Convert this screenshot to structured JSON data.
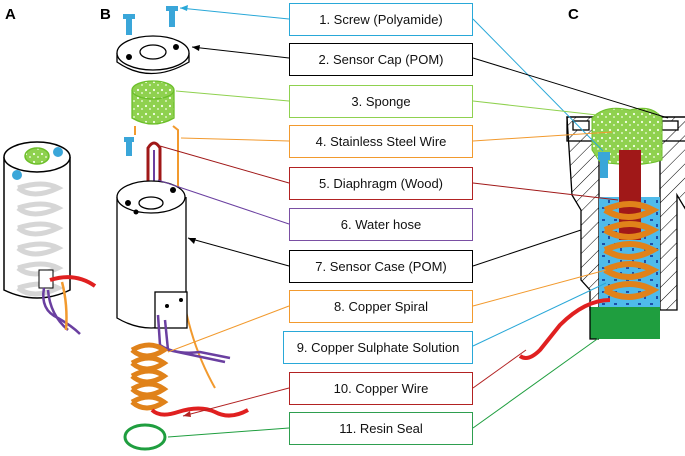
{
  "panels": [
    "A",
    "B",
    "C"
  ],
  "labels": [
    {
      "id": "screw",
      "text": "1. Screw (Polyamide)",
      "color": "#29a8d8"
    },
    {
      "id": "cap",
      "text": "2. Sensor Cap (POM)",
      "color": "#000000"
    },
    {
      "id": "sponge",
      "text": "3. Sponge",
      "color": "#8fd14f"
    },
    {
      "id": "steel",
      "text": "4. Stainless Steel Wire",
      "color": "#f29a2e"
    },
    {
      "id": "diaphragm",
      "text": "5. Diaphragm (Wood)",
      "color": "#b22222"
    },
    {
      "id": "hose",
      "text": "6. Water hose",
      "color": "#7a4fa3"
    },
    {
      "id": "case",
      "text": "7. Sensor Case (POM)",
      "color": "#000000"
    },
    {
      "id": "spiral",
      "text": "8. Copper Spiral",
      "color": "#f29a2e"
    },
    {
      "id": "solution",
      "text": "9. Copper Sulphate Solution",
      "color": "#29a8d8"
    },
    {
      "id": "wire",
      "text": "10. Copper Wire",
      "color": "#b22222"
    },
    {
      "id": "resin",
      "text": "11. Resin Seal",
      "color": "#2e9e4f"
    }
  ],
  "colors": {
    "sponge": "#8fd14f",
    "screw": "#3aa6d9",
    "diaphragm": "#a01818",
    "copper": "#e0821a",
    "solution": "#3fb2e8",
    "resin": "#1f9e3f",
    "hose": "#6a3fa0",
    "red_wire": "#e02020"
  }
}
